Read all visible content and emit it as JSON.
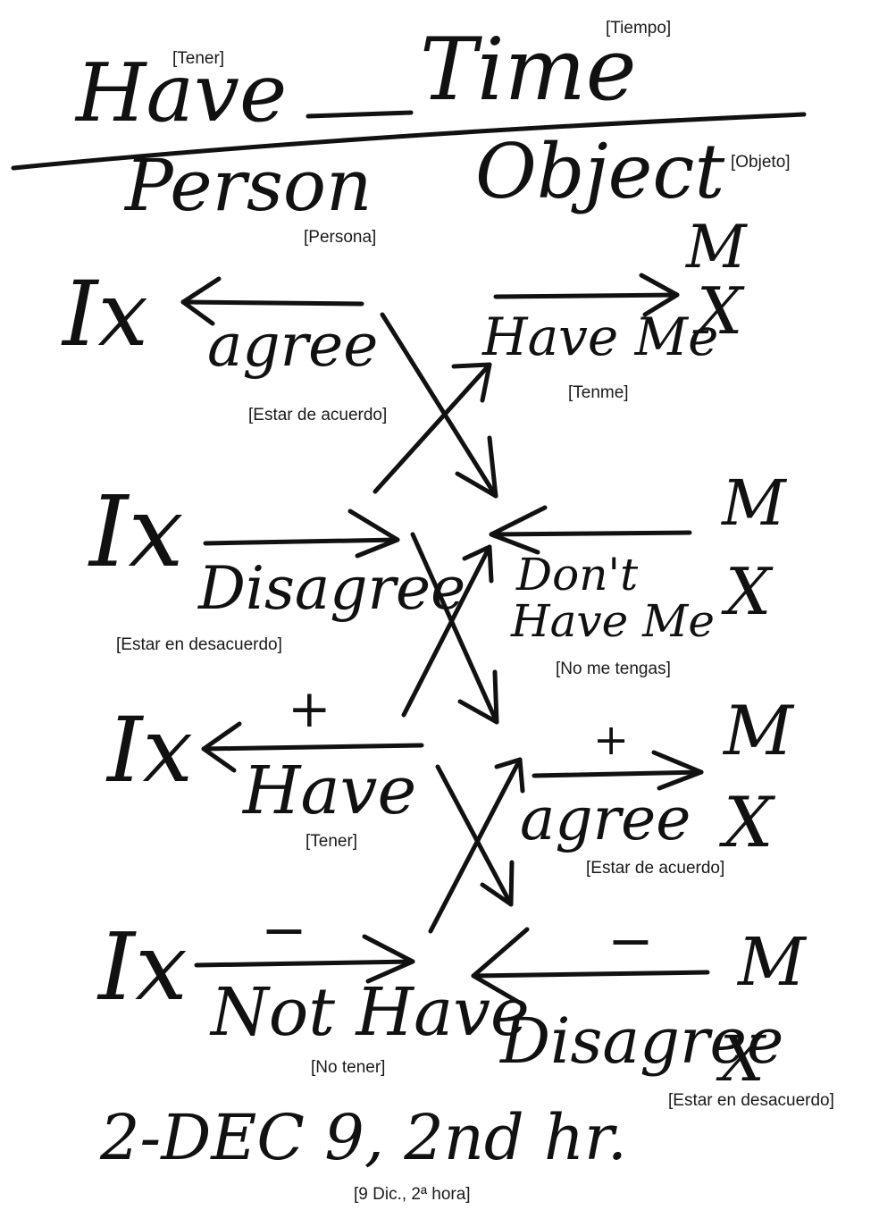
{
  "header": {
    "have": "Have",
    "have_translation": "[Tener]",
    "time": "Time",
    "time_translation": "[Tiempo]",
    "person": "Person",
    "person_translation": "[Persona]",
    "object": "Object",
    "object_translation": "[Objeto]"
  },
  "rows": [
    {
      "left": "Ix",
      "left_verb": "agree",
      "left_translation": "[Estar de acuerdo]",
      "right_verb": "Have Me",
      "right_translation": "[Tenme]",
      "right_top": "M",
      "right_bottom": "X"
    },
    {
      "left": "Ix",
      "left_verb": "Disagree",
      "left_translation": "[Estar en desacuerdo]",
      "right_verb_line1": "Don't",
      "right_verb_line2": "Have Me",
      "right_translation": "[No me tengas]",
      "right_top": "M",
      "right_bottom": "X"
    },
    {
      "left": "Ix",
      "left_sign": "+",
      "left_verb": "Have",
      "left_translation": "[Tener]",
      "right_sign": "+",
      "right_verb": "agree",
      "right_translation": "[Estar de acuerdo]",
      "right_top": "M",
      "right_bottom": "X"
    },
    {
      "left": "Ix",
      "left_sign": "−",
      "left_verb": "Not Have",
      "left_translation": "[No tener]",
      "right_sign": "−",
      "right_verb": "Disagree",
      "right_translation": "[Estar en desacuerdo]",
      "right_top": "M",
      "right_bottom": "X"
    }
  ],
  "footer": {
    "date": "2-DEC 9, 2nd hr.",
    "date_translation": "[9 Dic., 2ª hora]"
  },
  "ink_color": "#111111"
}
